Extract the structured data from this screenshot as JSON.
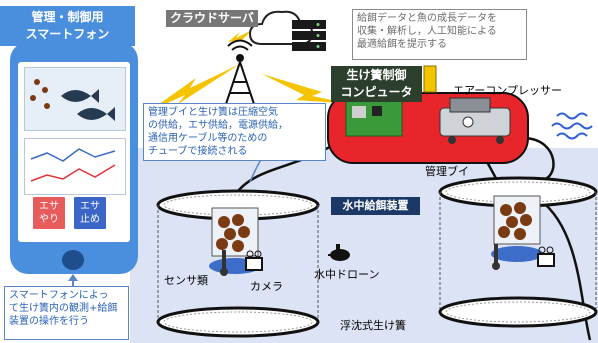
{
  "phone": {
    "title_line1": "管理・制御用",
    "title_line2": "スマートフォン",
    "btn_feed_line1": "エサ",
    "btn_feed_line2": "やり",
    "btn_stop_line1": "エサ",
    "btn_stop_line2": "止め"
  },
  "notes": {
    "smartphone_line1": "スマートフォンによっ",
    "smartphone_line2": "て生け簀内の観測+給餌",
    "smartphone_line3": "装置の操作を行う",
    "pipe_line1": "管理ブイと生け簀は圧縮空気",
    "pipe_line2": "の供給，エサ供給，電源供給，",
    "pipe_line3": "通信用ケーブル等のための",
    "pipe_line4": "チューブで接続される",
    "server_line1": "給餌データと魚の成長データを",
    "server_line2": "収集・解析し，人工知能による",
    "server_line3": "最適給餌を提示する"
  },
  "labels": {
    "cloud_server": "クラウドサーバ",
    "controller_line1": "生け簀制御",
    "controller_line2": "コンピュータ",
    "air_compressor": "エアーコンプレッサー",
    "buoy": "管理ブイ",
    "feeder": "水中給餌装置",
    "sensors": "センサ類",
    "camera": "カメラ",
    "drone": "水中ドローン",
    "cage": "浮沈式生け簀"
  },
  "colors": {
    "phone_body": "#4a8fde",
    "buoy_red": "#e8252a",
    "sea": "#dbe3f4",
    "lightning": "#f5c400",
    "feed_button": "#e85b5b",
    "stop_button": "#3b66c8"
  }
}
